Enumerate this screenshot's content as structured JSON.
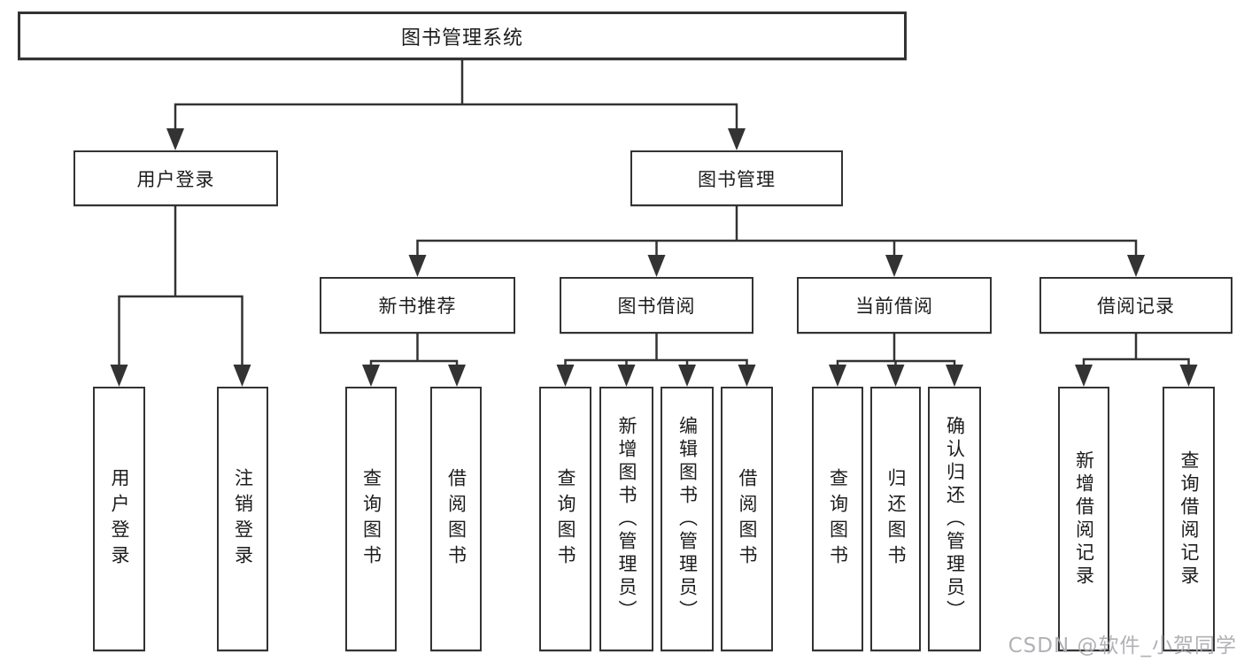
{
  "appearance": {
    "background": "#ffffff",
    "line_color": "#333333",
    "box_border_color": "#333333",
    "box_fill": "#ffffff",
    "text_color": "#1c1c1c",
    "watermark_color": "#aaaab0"
  },
  "watermark": {
    "text": "CSDN @软件_小贺同学"
  },
  "tree": {
    "root": {
      "label": "图书管理系统",
      "children": [
        {
          "label": "用户登录",
          "children": [
            {
              "label": "用户登录"
            },
            {
              "label": "注销登录"
            }
          ]
        },
        {
          "label": "图书管理",
          "children": [
            {
              "label": "新书推荐",
              "children": [
                {
                  "label": "查询图书"
                },
                {
                  "label": "借阅图书"
                }
              ]
            },
            {
              "label": "图书借阅",
              "children": [
                {
                  "label": "查询图书"
                },
                {
                  "label": "新增图书（管理员）"
                },
                {
                  "label": "编辑图书（管理员）"
                },
                {
                  "label": "借阅图书"
                }
              ]
            },
            {
              "label": "当前借阅",
              "children": [
                {
                  "label": "查询图书"
                },
                {
                  "label": "归还图书"
                },
                {
                  "label": "确认归还（管理员）"
                }
              ]
            },
            {
              "label": "借阅记录",
              "children": [
                {
                  "label": "新增借阅记录"
                },
                {
                  "label": "查询借阅记录"
                }
              ]
            }
          ]
        }
      ]
    }
  }
}
